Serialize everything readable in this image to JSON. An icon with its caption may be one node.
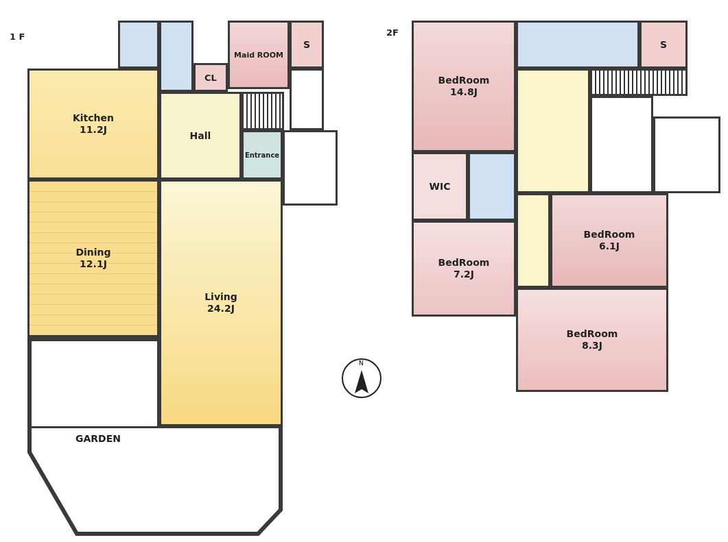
{
  "diagram": {
    "nodes": [
      {
        "text": [
          "Kitchen",
          "11.2J"
        ]
      },
      {
        "text": [
          "Dining",
          "12.1J"
        ]
      },
      {
        "text": [
          "Living",
          "24.2J"
        ]
      },
      {
        "text": [
          "Hall"
        ]
      },
      {
        "text": [
          "CL"
        ]
      },
      {
        "text": [
          "Maid ROOM"
        ]
      },
      {
        "text": [
          "S"
        ]
      },
      {
        "text": [
          "Entrance"
        ]
      },
      {
        "text": [],
        "shape": "box"
      },
      {
        "text": [
          "GARDEN"
        ]
      },
      {
        "text": [
          "BedRoom",
          "14.8J"
        ]
      },
      {
        "text": [
          "S"
        ]
      },
      {
        "text": [
          "WIC"
        ]
      },
      {
        "text": [
          "BedRoom",
          "7.2J"
        ]
      },
      {
        "text": [
          "BedRoom",
          "6.1J"
        ]
      },
      {
        "text": [
          "BedRoom",
          "8.3J"
        ]
      },
      {
        "text": [],
        "shape": "box"
      },
      {
        "text": [],
        "shape": "box"
      },
      {
        "text": [],
        "shape": "box"
      },
      {
        "text": [],
        "shape": "box"
      },
      {
        "text": [],
        "shape": "box"
      },
      {
        "text": [],
        "shape": "box"
      },
      {
        "text": [],
        "shape": "box"
      },
      {
        "text": [],
        "shape": "box"
      },
      {
        "text": [],
        "shape": "box"
      },
      {
        "text": [],
        "shape": "box"
      },
      {
        "text": [],
        "shape": "box"
      },
      {
        "text": [],
        "shape": "box"
      }
    ],
    "labels": [
      "1 F",
      "2F",
      "N"
    ]
  }
}
